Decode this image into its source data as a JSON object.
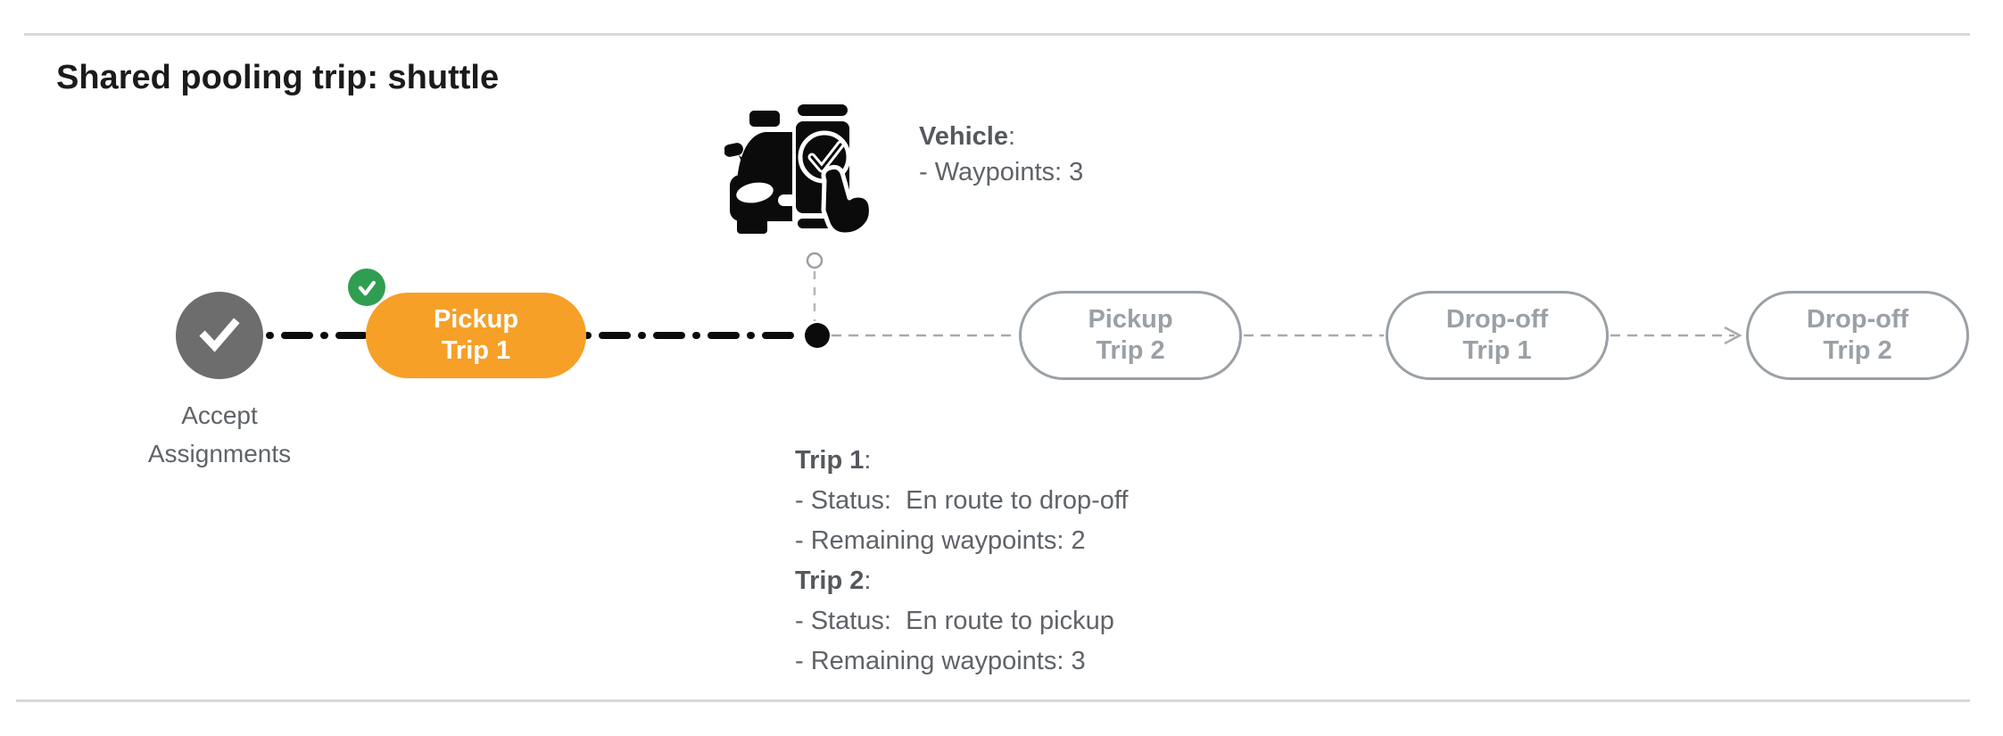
{
  "header": {
    "title": "Shared pooling trip: shuttle"
  },
  "colors": {
    "accent_orange": "#F6A028",
    "success_green": "#2F9E50",
    "node_gray": "#6D6D6D",
    "pending_gray": "#9AA0A6",
    "text_gray": "#5F6368",
    "divider_gray": "#D8D8D8",
    "line_black": "#0B0B0B"
  },
  "icons": {
    "vehicle": "vehicle-accept-trip-icon",
    "accept_check": "checkmark-icon",
    "badge_check": "checkmark-icon",
    "vehicle_position": "vehicle-position-dot",
    "arrow": "arrow-right"
  },
  "vehicle_info": {
    "heading": "Vehicle",
    "colon": ":",
    "waypoints": "- Waypoints: 3"
  },
  "timeline": {
    "accept_label": "Accept\nAssignments",
    "pills": {
      "pickup_trip1": {
        "line1": "Pickup",
        "line2": "Trip 1",
        "state": "active"
      },
      "pickup_trip2": {
        "line1": "Pickup",
        "line2": "Trip 2",
        "state": "pending"
      },
      "dropoff_trip1": {
        "line1": "Drop-off",
        "line2": "Trip 1",
        "state": "pending"
      },
      "dropoff_trip2": {
        "line1": "Drop-off",
        "line2": "Trip 2",
        "state": "pending"
      }
    }
  },
  "trip_info": {
    "trip1": {
      "heading": "Trip 1",
      "colon": ":",
      "status": "- Status:  En route to drop-off",
      "remaining": "- Remaining waypoints: 2"
    },
    "trip2": {
      "heading": "Trip 2",
      "colon": ":",
      "status": "- Status:  En route to pickup",
      "remaining": "- Remaining waypoints: 3"
    }
  }
}
